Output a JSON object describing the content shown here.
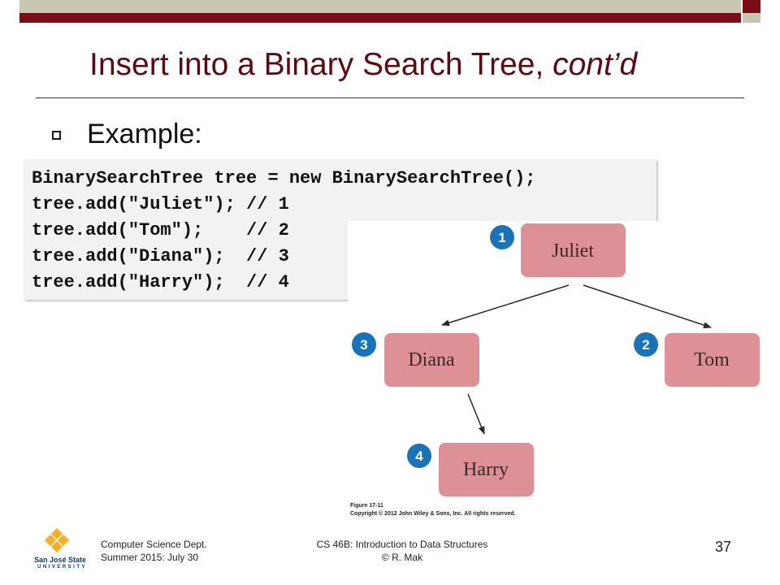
{
  "slide": {
    "title_main": "Insert into a Binary Search Tree, ",
    "title_italic": "cont’d",
    "bullet": "Example:",
    "slide_number": "37"
  },
  "code": {
    "lines": [
      "BinarySearchTree tree = new BinarySearchTree();",
      "tree.add(\"Juliet\"); // 1",
      "tree.add(\"Tom\");    // 2",
      "tree.add(\"Diana\");  // 3",
      "tree.add(\"Harry\");  // 4"
    ]
  },
  "figure": {
    "nodes": [
      {
        "label": "Juliet",
        "order": "1"
      },
      {
        "label": "Tom",
        "order": "2"
      },
      {
        "label": "Diana",
        "order": "3"
      },
      {
        "label": "Harry",
        "order": "4"
      }
    ],
    "caption_1": "Figure 17-11",
    "caption_2": "Copyright © 2012 John Wiley & Sons, Inc. All rights reserved.",
    "node_color": "#de9097",
    "badge_color": "#1a72b8"
  },
  "footer": {
    "left_1": "Computer Science Dept.",
    "left_2": "Summer 2015: July 30",
    "center_1": "CS 46B: Introduction to Data Structures",
    "center_2": "© R. Mak"
  },
  "logo": {
    "line_1": "San José State",
    "line_2": "UNIVERSITY",
    "color": "#f2b126"
  }
}
